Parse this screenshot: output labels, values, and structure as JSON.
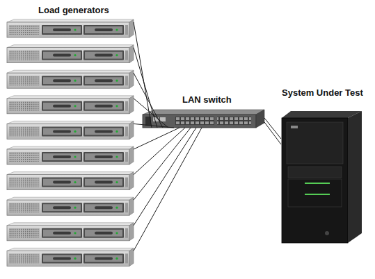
{
  "diagram": {
    "nodes": [
      {
        "text": [
          "Load generators"
        ]
      },
      {
        "text": [
          "LAN switch"
        ]
      },
      {
        "text": [
          "System Under Test"
        ]
      }
    ],
    "edges": [
      {
        "from": 0,
        "to": 1,
        "arrow": "none"
      },
      {
        "from": 1,
        "to": 2,
        "arrow": "none"
      }
    ]
  }
}
